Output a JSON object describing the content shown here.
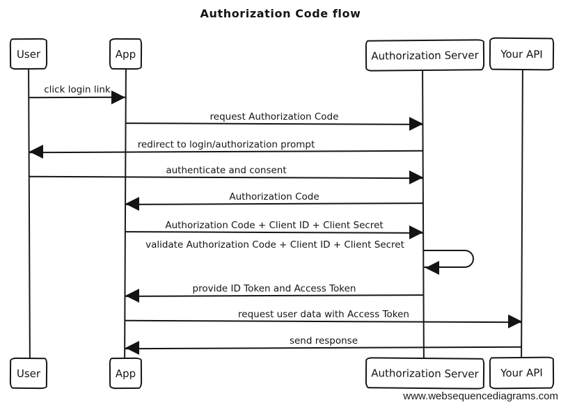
{
  "title": "Authorization Code flow",
  "diagram_type": "sequence",
  "watermark": "www.websequencediagrams.com",
  "colors": {
    "line": "#141414",
    "background": "#ffffff",
    "text": "#141414"
  },
  "actors": [
    {
      "name": "User"
    },
    {
      "name": "App"
    },
    {
      "name": "Authorization Server"
    },
    {
      "name": "Your API"
    }
  ],
  "messages": [
    {
      "from": "User",
      "to": "App",
      "direction": "right",
      "label": "click login link"
    },
    {
      "from": "App",
      "to": "Authorization Server",
      "direction": "right",
      "label": "request Authorization Code"
    },
    {
      "from": "Authorization Server",
      "to": "User",
      "direction": "left",
      "label": "redirect to login/authorization prompt"
    },
    {
      "from": "User",
      "to": "Authorization Server",
      "direction": "right",
      "label": "authenticate and consent"
    },
    {
      "from": "Authorization Server",
      "to": "App",
      "direction": "left",
      "label": "Authorization Code"
    },
    {
      "from": "App",
      "to": "Authorization Server",
      "direction": "right",
      "label": "Authorization Code + Client ID + Client Secret"
    },
    {
      "from": "Authorization Server",
      "to": "Authorization Server",
      "direction": "self",
      "label": "validate Authorization Code + Client ID + Client Secret"
    },
    {
      "from": "Authorization Server",
      "to": "App",
      "direction": "left",
      "label": "provide ID Token and Access Token"
    },
    {
      "from": "App",
      "to": "Your API",
      "direction": "right",
      "label": "request user data with Access Token"
    },
    {
      "from": "Your API",
      "to": "App",
      "direction": "left",
      "label": "send response"
    }
  ]
}
